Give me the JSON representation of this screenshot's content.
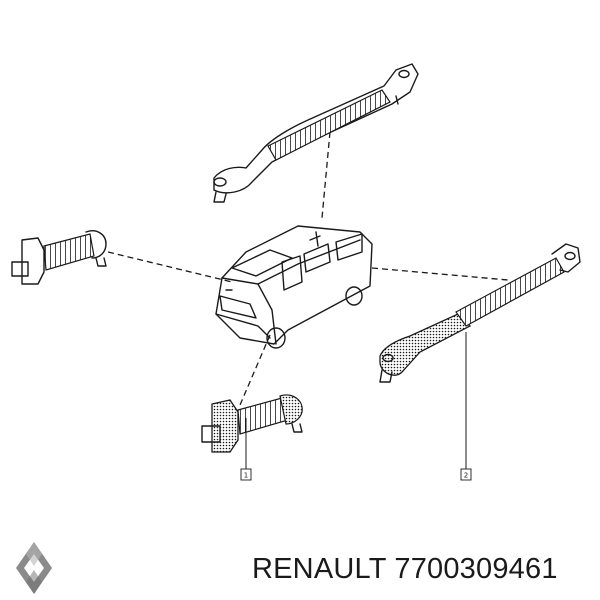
{
  "callouts": [
    {
      "label": "1"
    },
    {
      "label": "2"
    }
  ],
  "brand": "RENAULT",
  "part_number": "7700309461",
  "colors": {
    "line": "#1a1a1a",
    "background": "#ffffff",
    "logo_gray": "#8a8a8a"
  }
}
